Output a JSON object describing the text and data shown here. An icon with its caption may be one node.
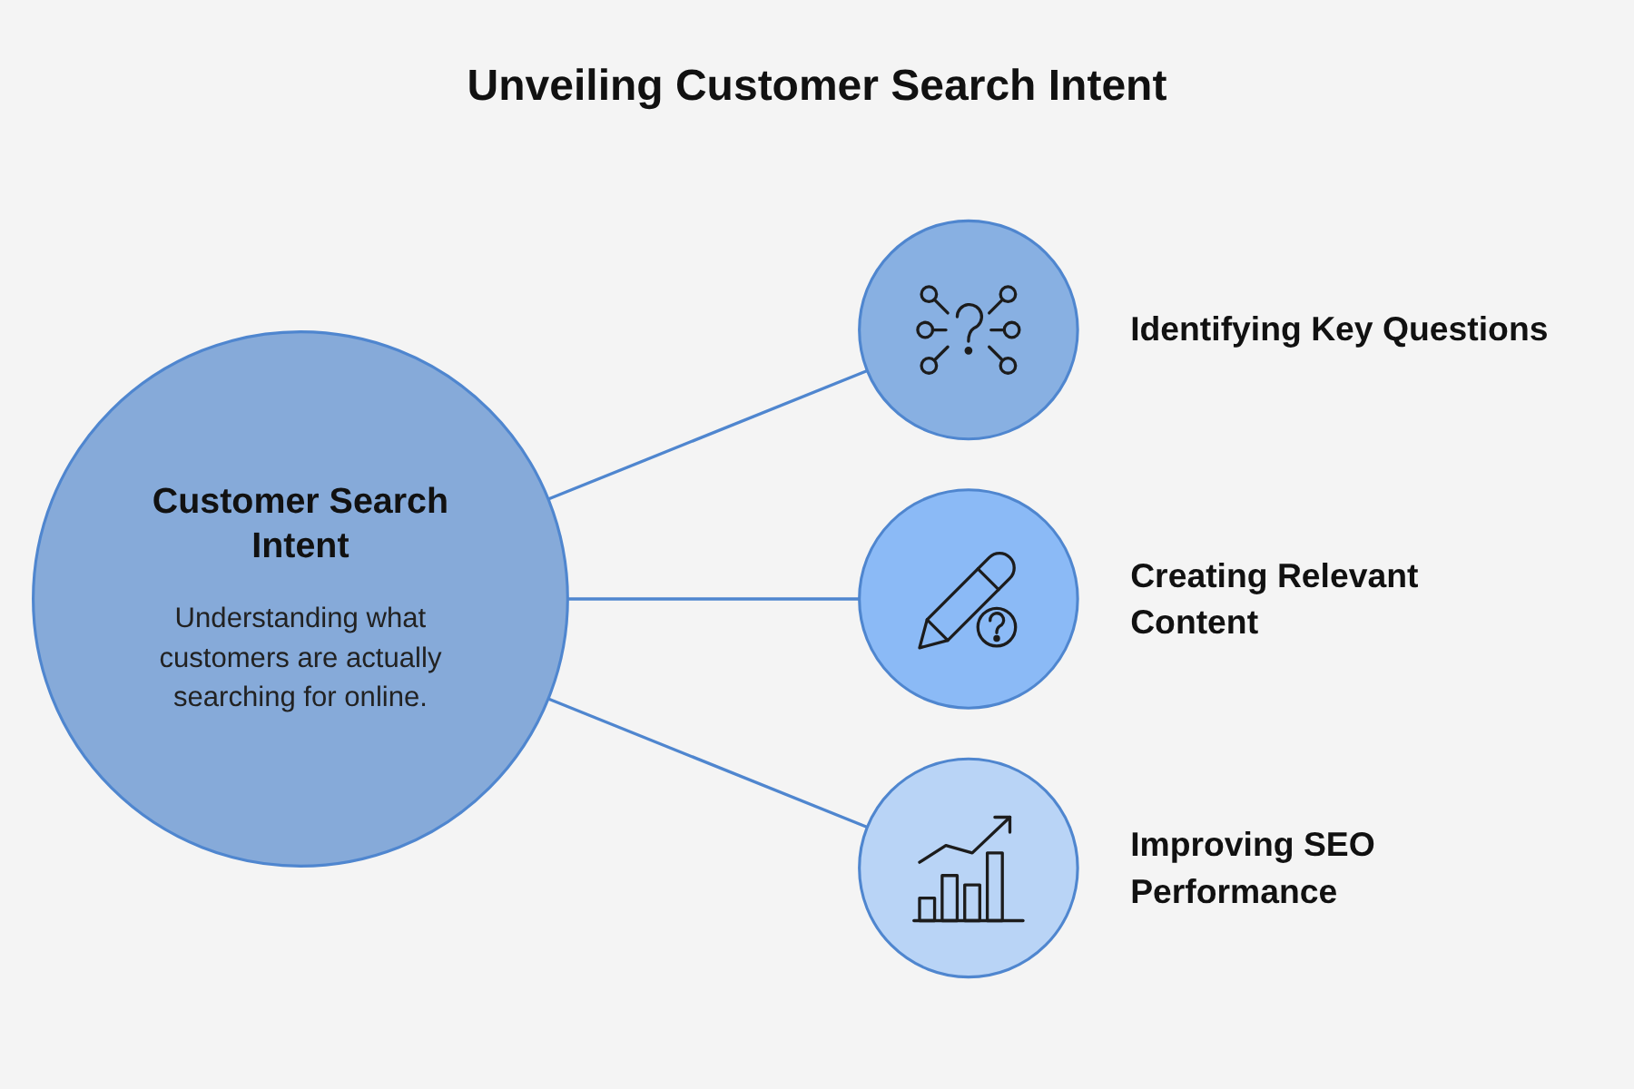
{
  "diagram": {
    "title": "Unveiling Customer Search Intent",
    "nodes": [
      {
        "text": [
          "Customer Search Intent",
          "Understanding what customers are actually searching for online."
        ]
      },
      {
        "text": [],
        "shape": "circle",
        "beside": [
          "Identifying Key Questions"
        ]
      },
      {
        "text": [],
        "shape": "circle",
        "beside": [
          "Creating Relevant Content"
        ]
      },
      {
        "text": [],
        "shape": "circle",
        "beside": [
          "Improving SEO Performance"
        ]
      }
    ],
    "edges": [
      {
        "from": 0,
        "to": 1,
        "arrow": "none"
      },
      {
        "from": 0,
        "to": 2,
        "arrow": "none"
      },
      {
        "from": 0,
        "to": 3,
        "arrow": "none"
      }
    ]
  }
}
